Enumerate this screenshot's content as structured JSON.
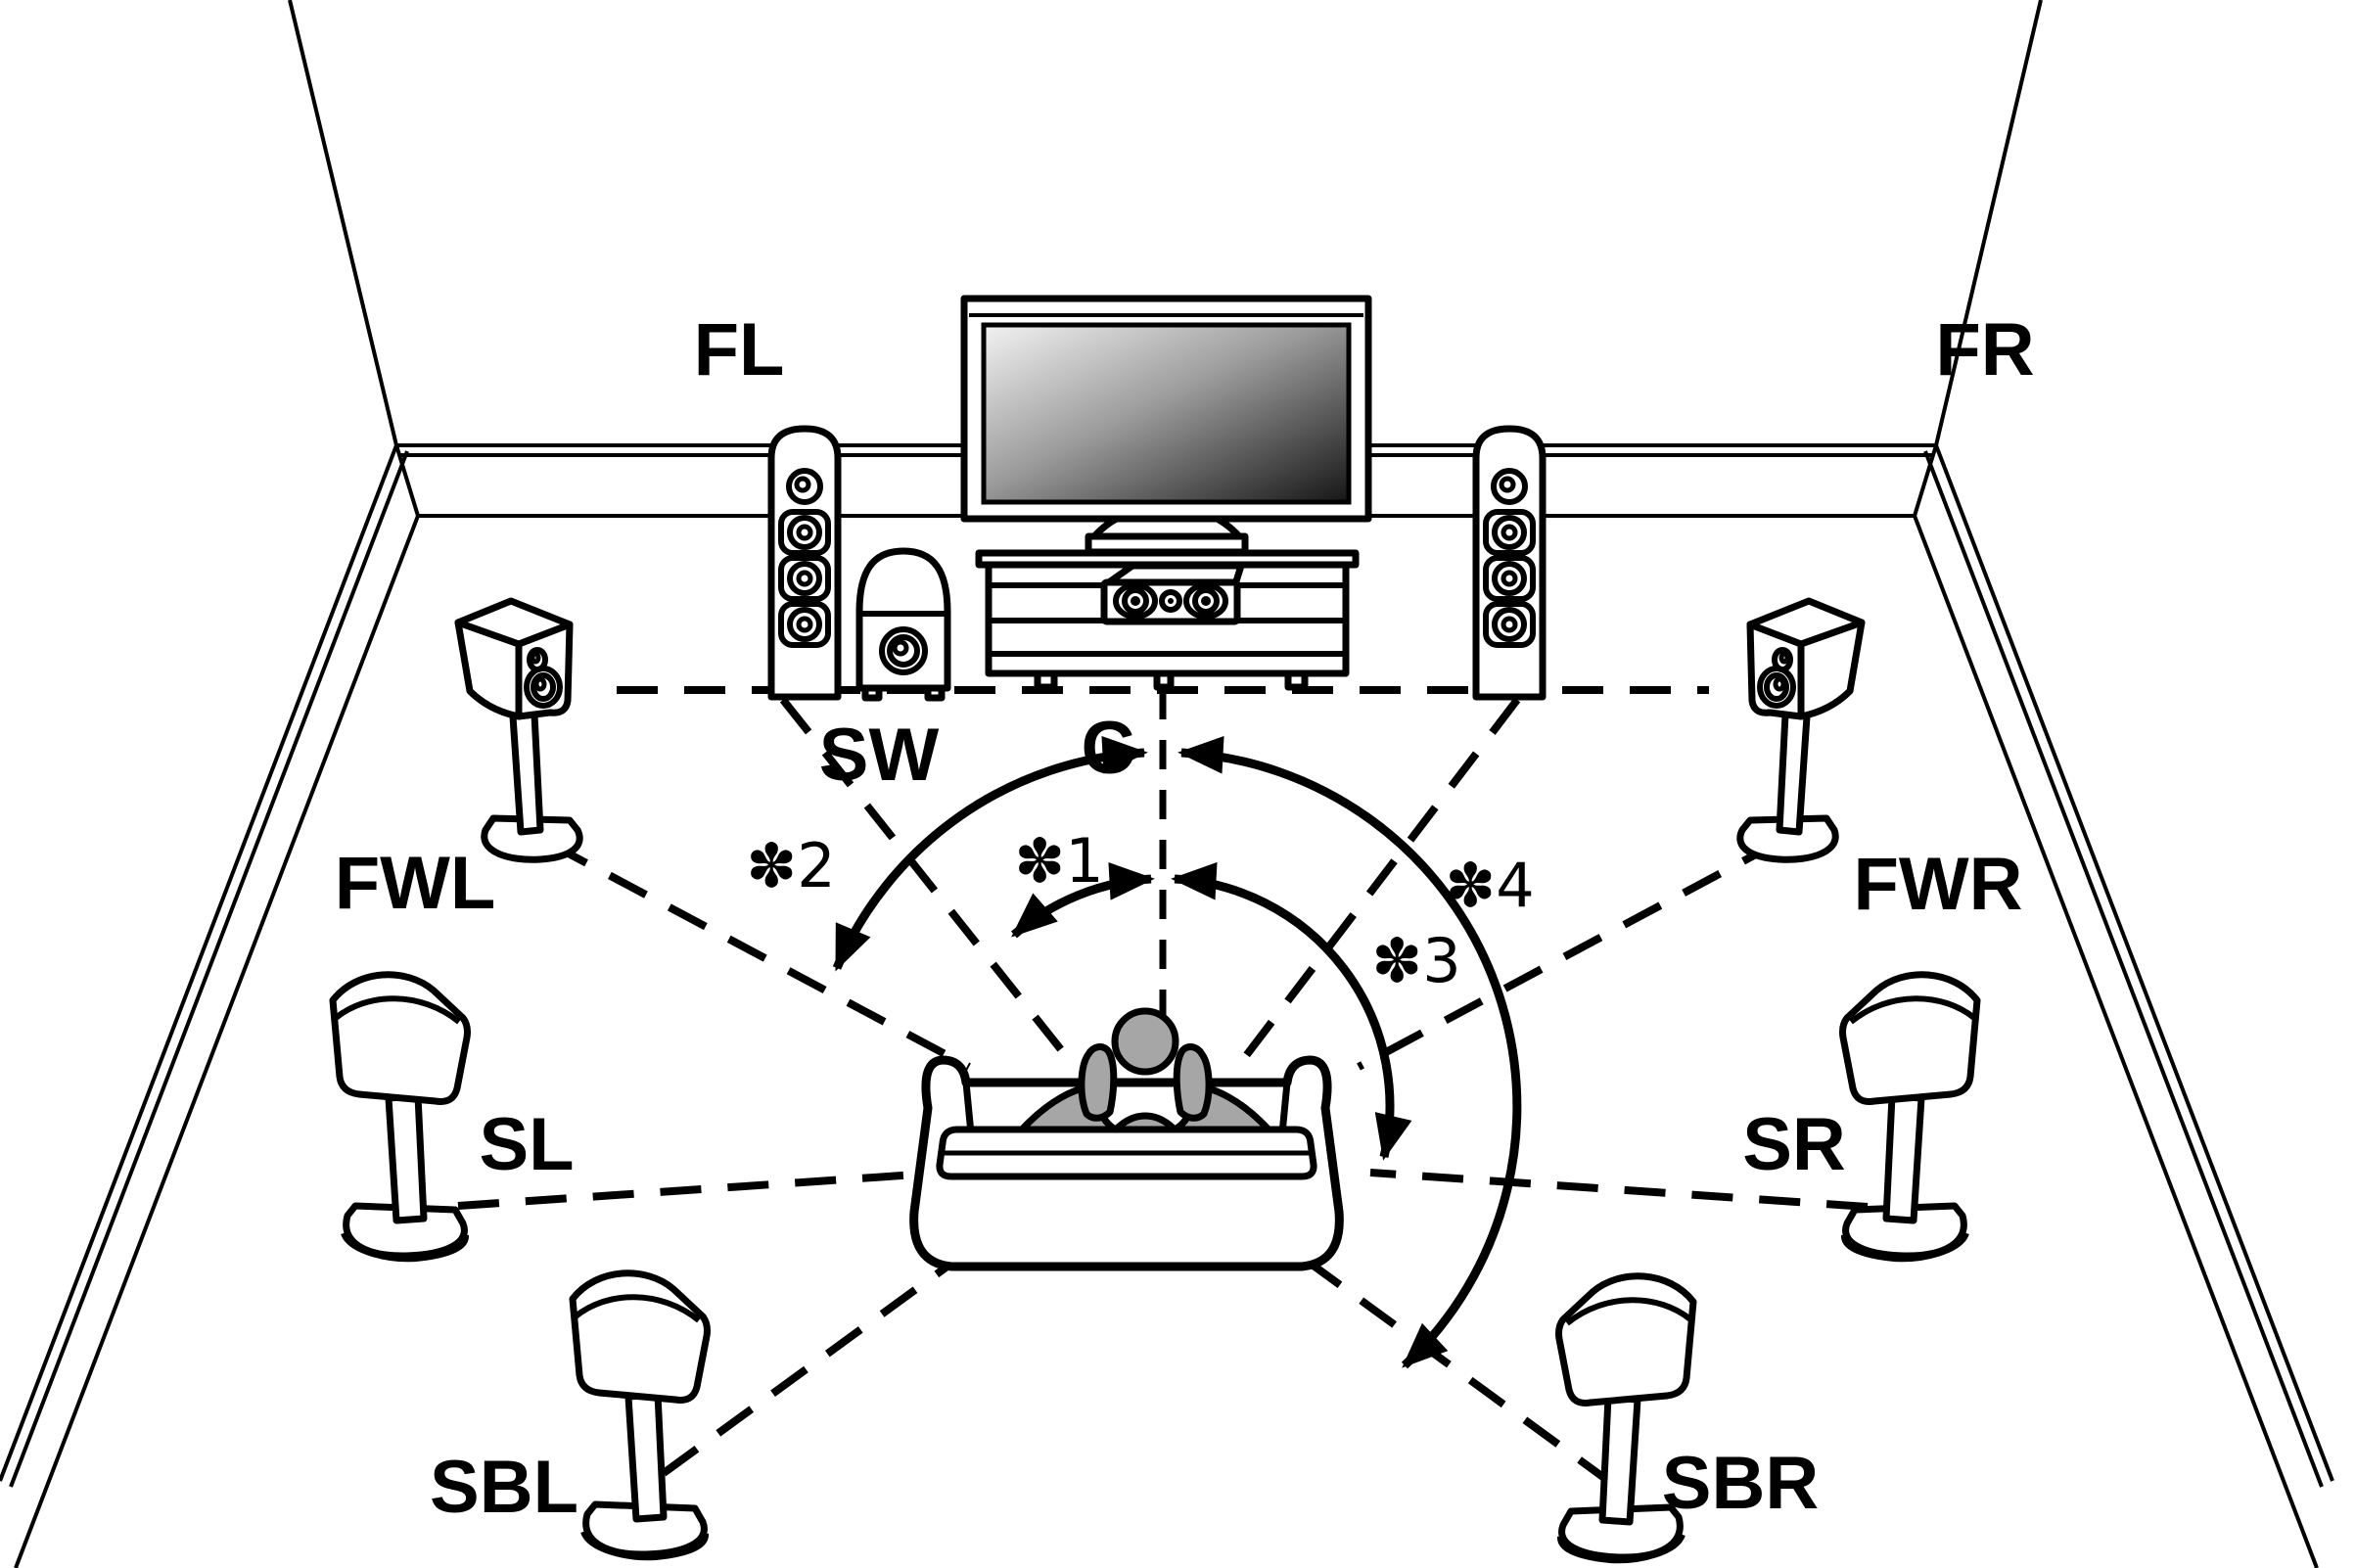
{
  "labels": {
    "fl": "FL",
    "fr": "FR",
    "c": "C",
    "sw": "SW",
    "fwl": "FWL",
    "fwr": "FWR",
    "sl": "SL",
    "sr": "SR",
    "sbl": "SBL",
    "sbr": "SBR"
  },
  "markers": {
    "m1": "✽1",
    "m2": "✽2",
    "m3": "✽3",
    "m4": "✽4"
  },
  "colors": {
    "line": "#000000",
    "background": "#ffffff",
    "listener_fill": "#a6a6a6",
    "tv_screen_light": "#f2f2f2",
    "tv_screen_dark": "#161616"
  }
}
